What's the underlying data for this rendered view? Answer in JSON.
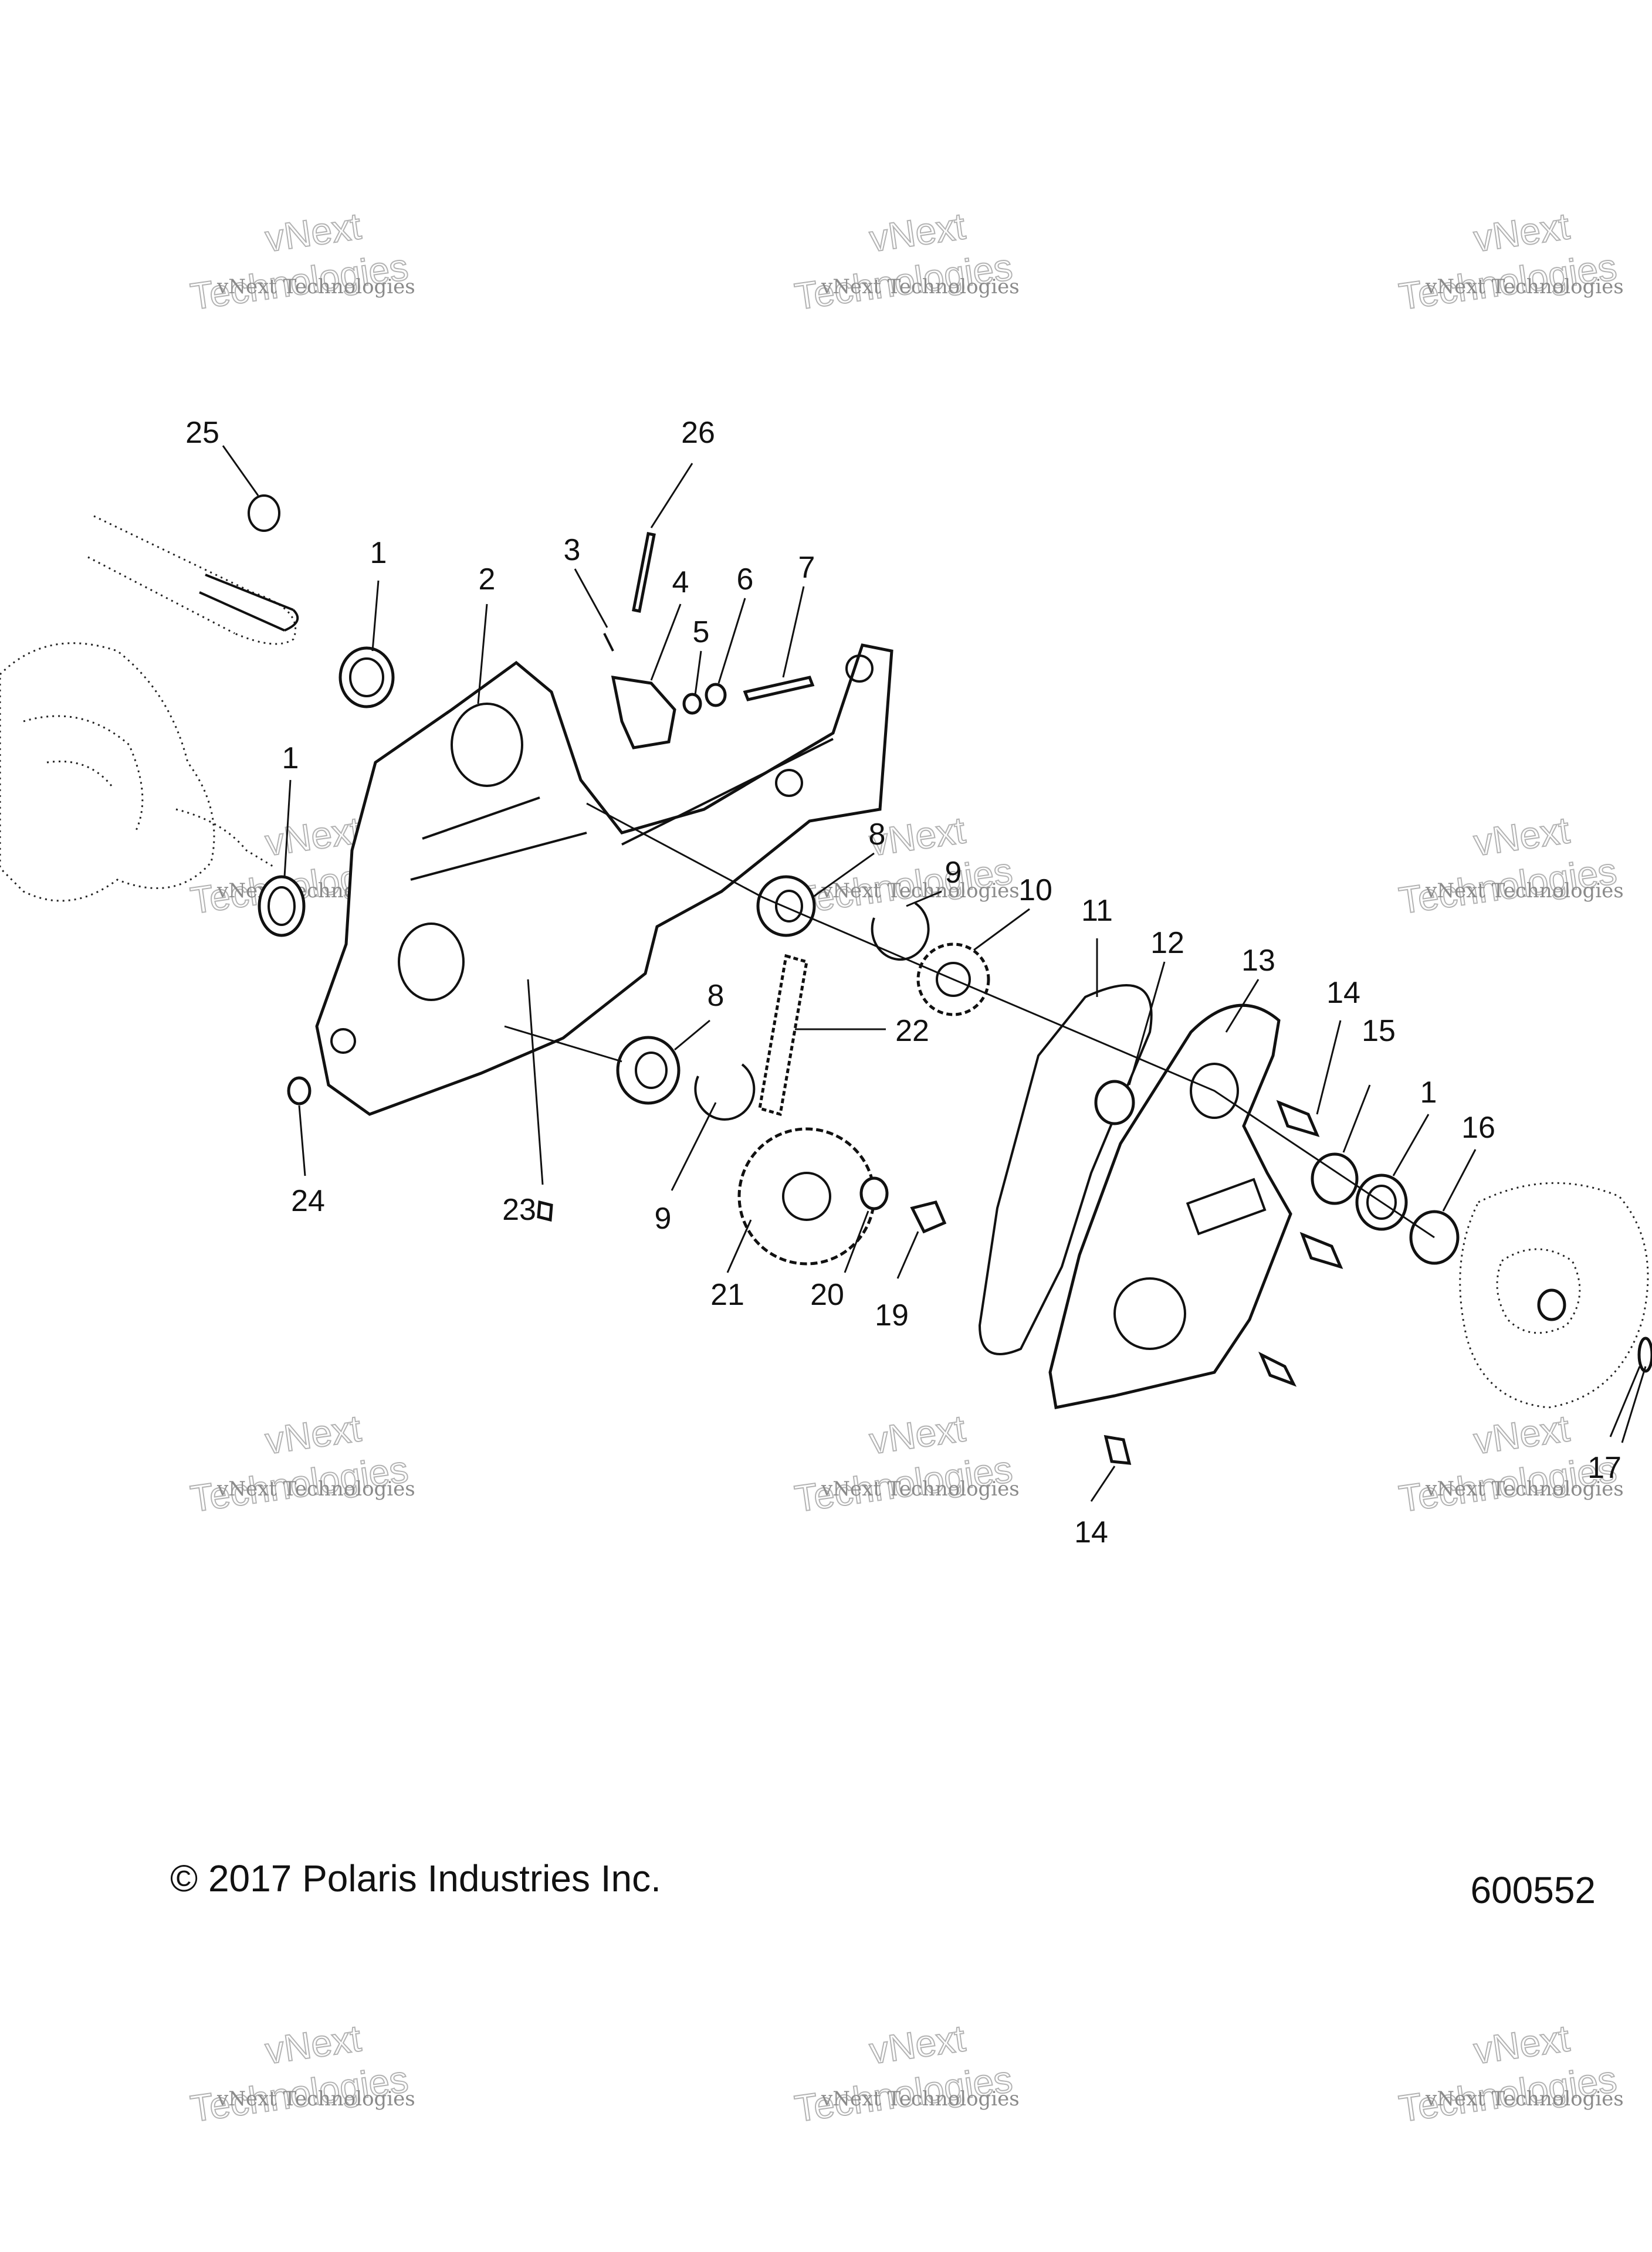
{
  "callouts": [
    "25",
    "26",
    "1",
    "2",
    "3",
    "4",
    "5",
    "6",
    "7",
    "1",
    "8",
    "9",
    "10",
    "11",
    "12",
    "13",
    "14",
    "15",
    "1",
    "16",
    "8",
    "22",
    "9",
    "24",
    "23",
    "21",
    "20",
    "19",
    "14",
    "17"
  ],
  "watermark": {
    "line1": "vNext Technologies",
    "line2": "Technologies",
    "line3": "vNext"
  },
  "footer": {
    "copyright": "© 2017 Polaris Industries Inc.",
    "figure_id": "600552"
  }
}
